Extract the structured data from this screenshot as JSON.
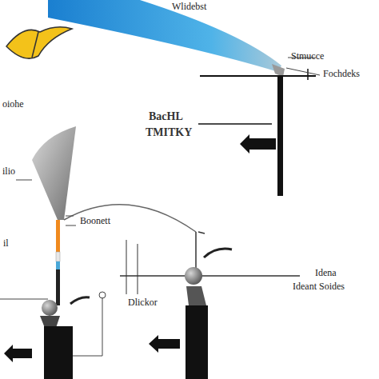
{
  "diagram": {
    "labels": [
      "Wlidebst",
      "Stmucce",
      "Fochdeks",
      "BacHL",
      "TMITKY",
      "oiohe",
      "ilio",
      "Boonett",
      "il",
      "Dlickor",
      "Idena",
      "Ideant Soides"
    ]
  }
}
